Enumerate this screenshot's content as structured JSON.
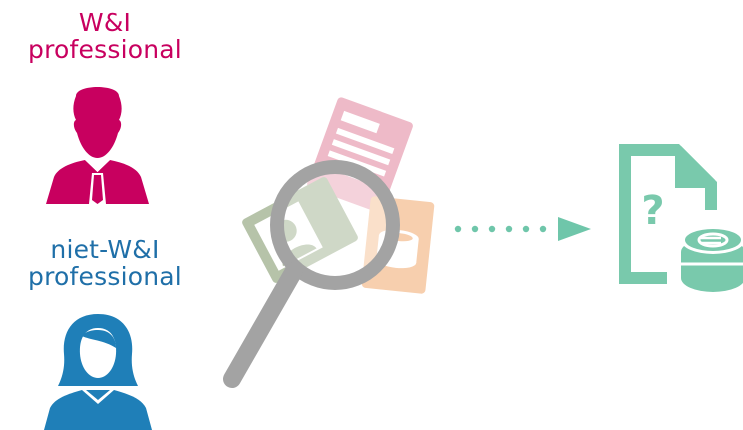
{
  "colors": {
    "wi": "#c8005f",
    "niet_wi": "#1f7fb8",
    "magnifier": "#a3a3a3",
    "doc_pink": "#eebac8",
    "doc_green": "#b6c3a9",
    "doc_orange": "#f7cfae",
    "arrow": "#6fc6aa",
    "result": "#79c9ac"
  },
  "personas": {
    "wi": {
      "line1": "W&I",
      "line2": "professional",
      "icon": "male-user-icon"
    },
    "niet_wi": {
      "line1": "niet-W&I",
      "line2": "professional",
      "icon": "female-user-icon"
    }
  },
  "result": {
    "question_mark": "?",
    "icon": "document-euro-coins-icon"
  }
}
